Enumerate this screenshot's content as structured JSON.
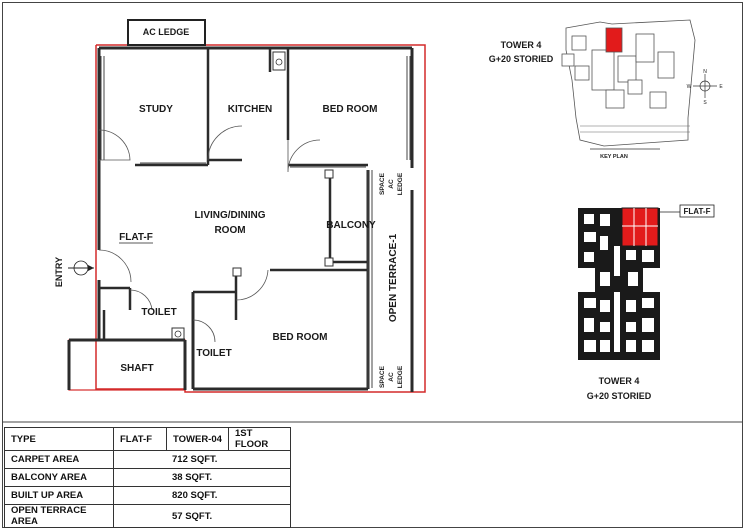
{
  "floor_plan": {
    "rooms": {
      "ac_ledge_top": "AC LEDGE",
      "study": "STUDY",
      "kitchen": "KITCHEN",
      "bed_room_1": "BED ROOM",
      "living_dining_line1": "LIVING/DINING",
      "living_dining_line2": "ROOM",
      "balcony": "BALCONY",
      "flat_tag": "FLAT-F",
      "toilet_1": "TOILET",
      "toilet_2": "TOILET",
      "bed_room_2": "BED ROOM",
      "shaft": "SHAFT",
      "open_terrace": "OPEN TERRACE-1",
      "space_ac_ledge_top": [
        "SPACE",
        "AC",
        "LEDGE"
      ],
      "space_ac_ledge_bottom": [
        "SPACE",
        "AC",
        "LEDGE"
      ],
      "entry": "ENTRY"
    }
  },
  "key_plan": {
    "tower_name": "TOWER 4",
    "storeys": "G+20 STORIED",
    "caption": "KEY PLAN",
    "compass": {
      "n": "N",
      "e": "E",
      "s": "S",
      "w": "W"
    }
  },
  "tower_plan": {
    "flat_callout": "FLAT-F",
    "tower_name": "TOWER 4",
    "storeys": "G+20 STORIED"
  },
  "area_table": {
    "header": [
      "TYPE",
      "FLAT-F",
      "TOWER-04",
      "1ST FLOOR"
    ],
    "rows": [
      {
        "label": "CARPET AREA",
        "value": "712 SQFT."
      },
      {
        "label": "BALCONY AREA",
        "value": "38 SQFT."
      },
      {
        "label": "BUILT UP AREA",
        "value": "820 SQFT."
      },
      {
        "label": "OPEN TERRACE AREA",
        "value": "57 SQFT."
      }
    ]
  },
  "colors": {
    "outline": "#d42a2a",
    "highlight": "#e21b1b",
    "wall": "#2b2b2b"
  }
}
